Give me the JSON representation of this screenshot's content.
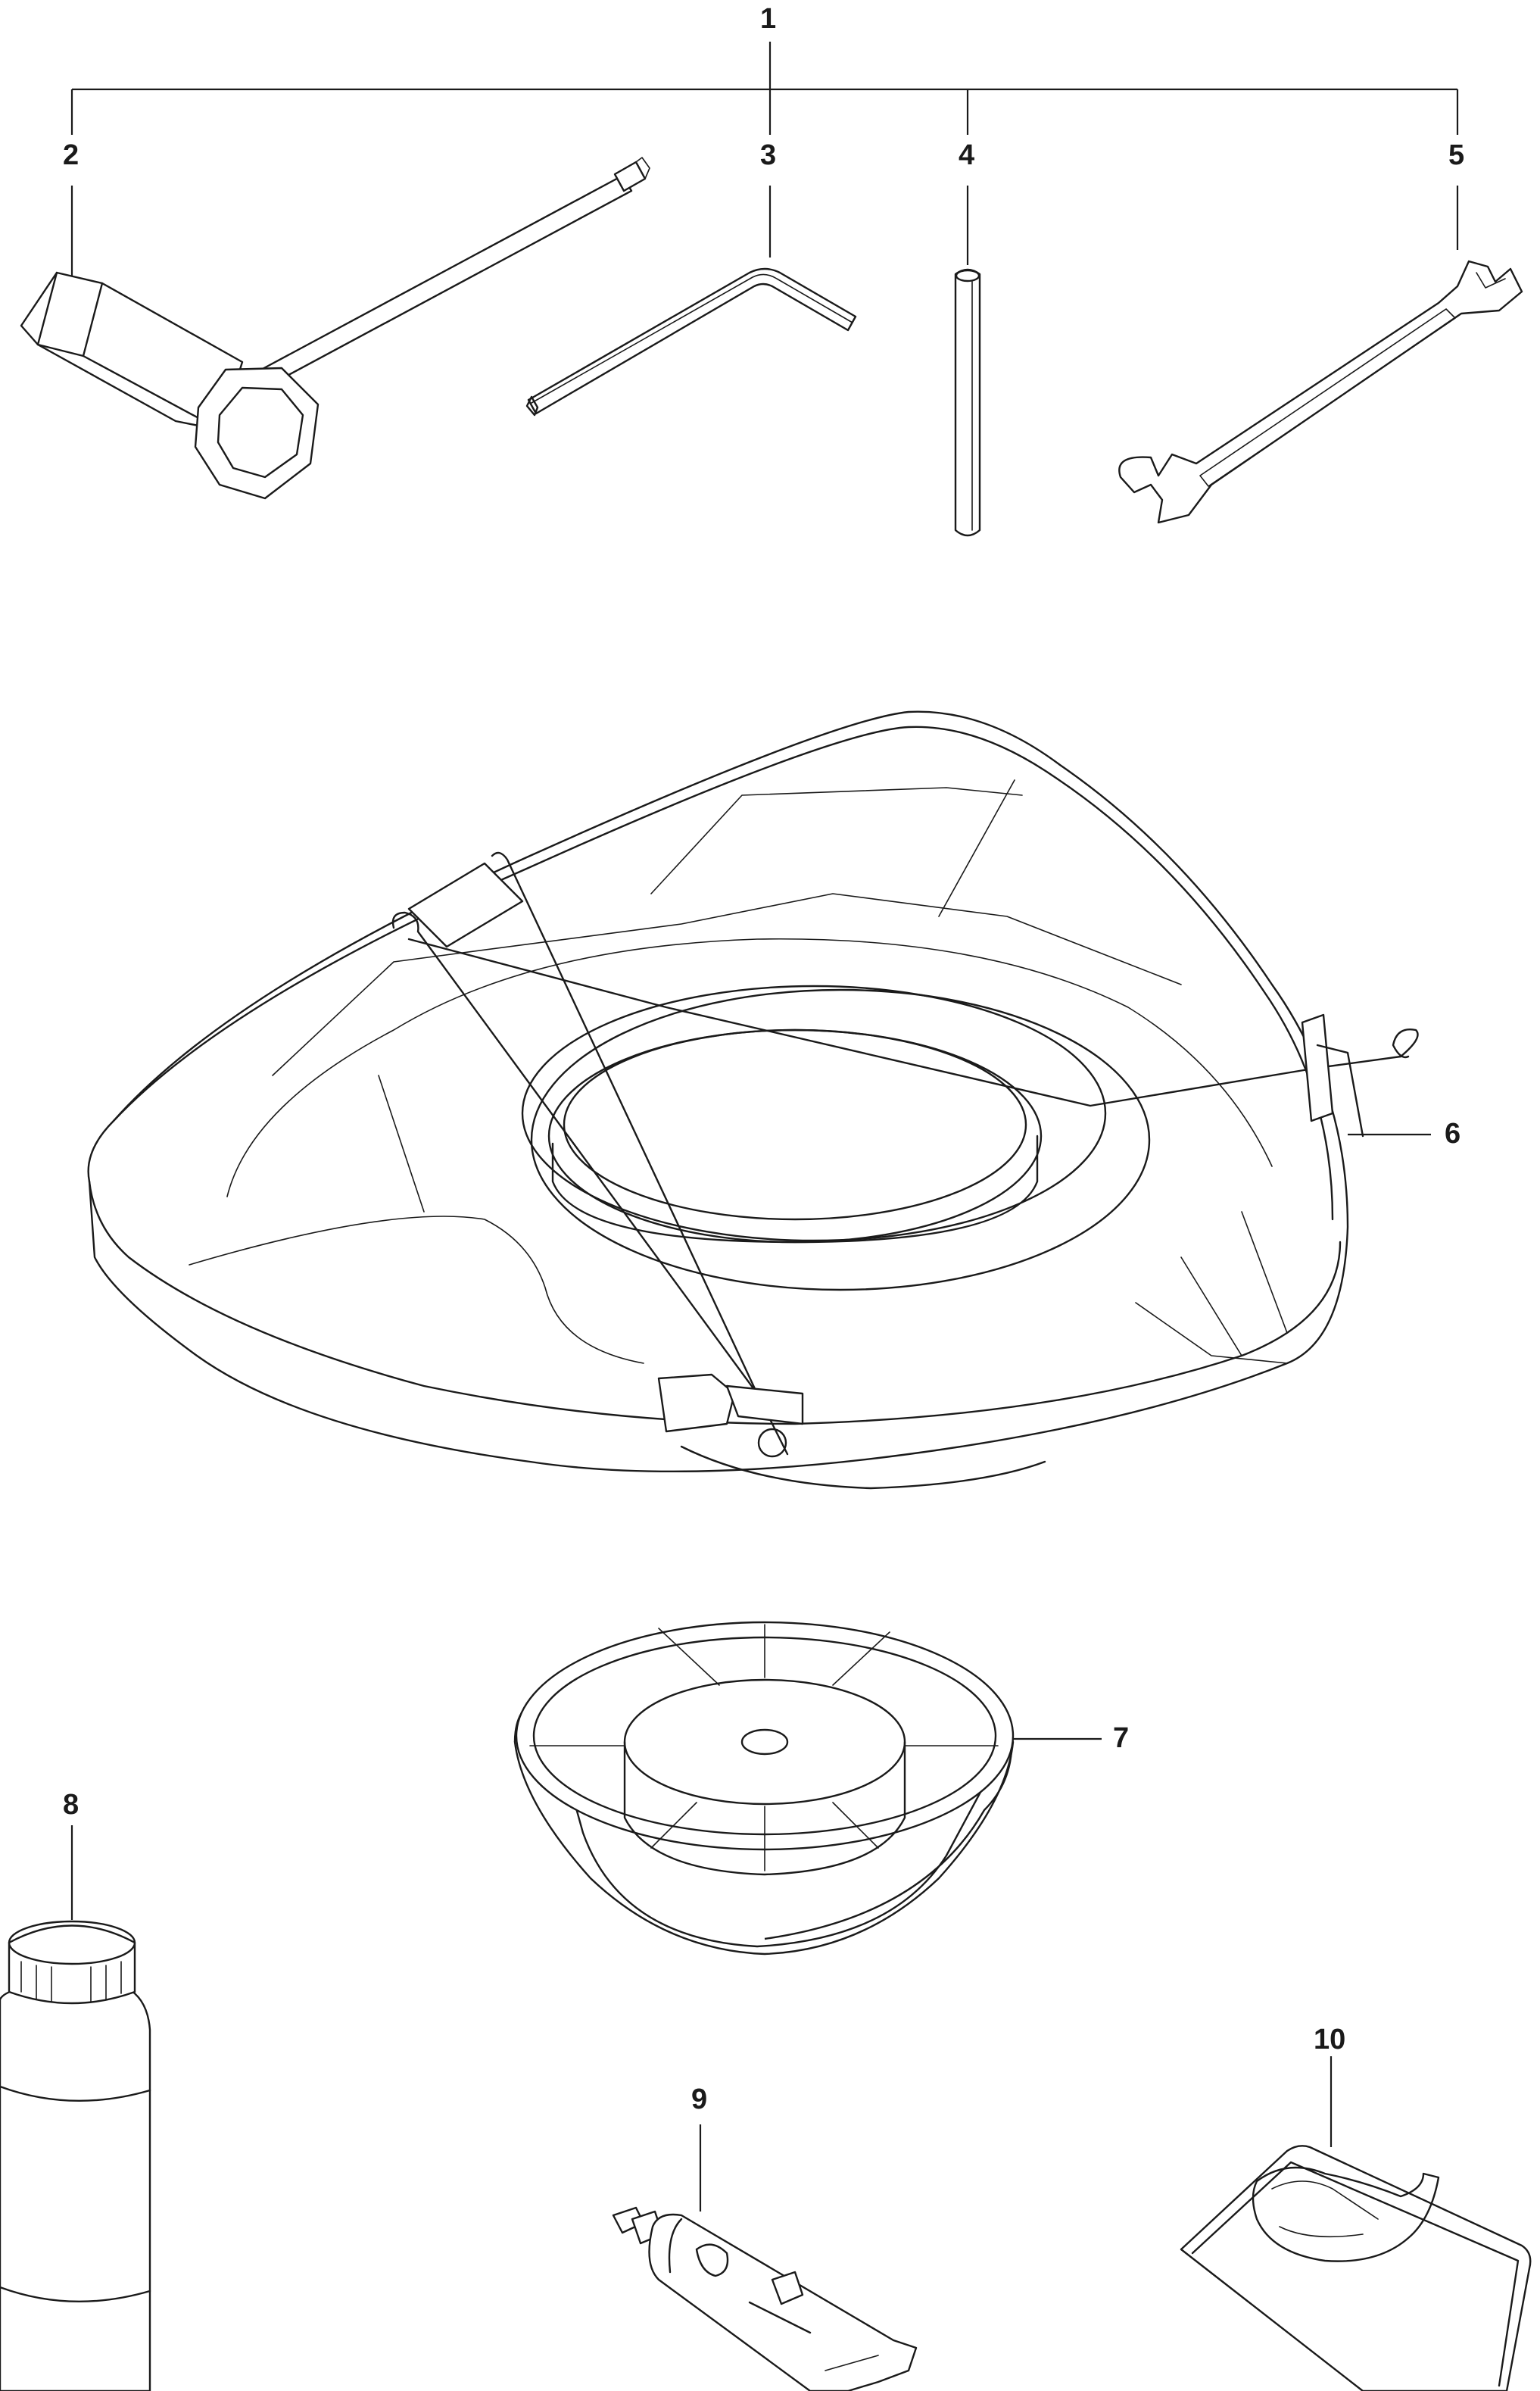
{
  "callouts": {
    "c1": "1",
    "c2": "2",
    "c3": "3",
    "c4": "4",
    "c5": "5",
    "c6": "6",
    "c7": "7",
    "c8": "8",
    "c9": "9",
    "c10": "10"
  },
  "parts": [
    {
      "id": "2",
      "icon": "box-spanner-icon"
    },
    {
      "id": "3",
      "icon": "hex-key-icon"
    },
    {
      "id": "4",
      "icon": "pin-icon"
    },
    {
      "id": "5",
      "icon": "open-end-wrench-icon"
    },
    {
      "id": "6",
      "icon": "blade-guard-icon"
    },
    {
      "id": "7",
      "icon": "cup-cover-icon"
    },
    {
      "id": "8",
      "icon": "oil-bottle-icon"
    },
    {
      "id": "9",
      "icon": "grease-tube-icon"
    },
    {
      "id": "10",
      "icon": "harness-bag-icon"
    }
  ],
  "colors": {
    "line": "#1a1a1a",
    "background": "#ffffff"
  }
}
